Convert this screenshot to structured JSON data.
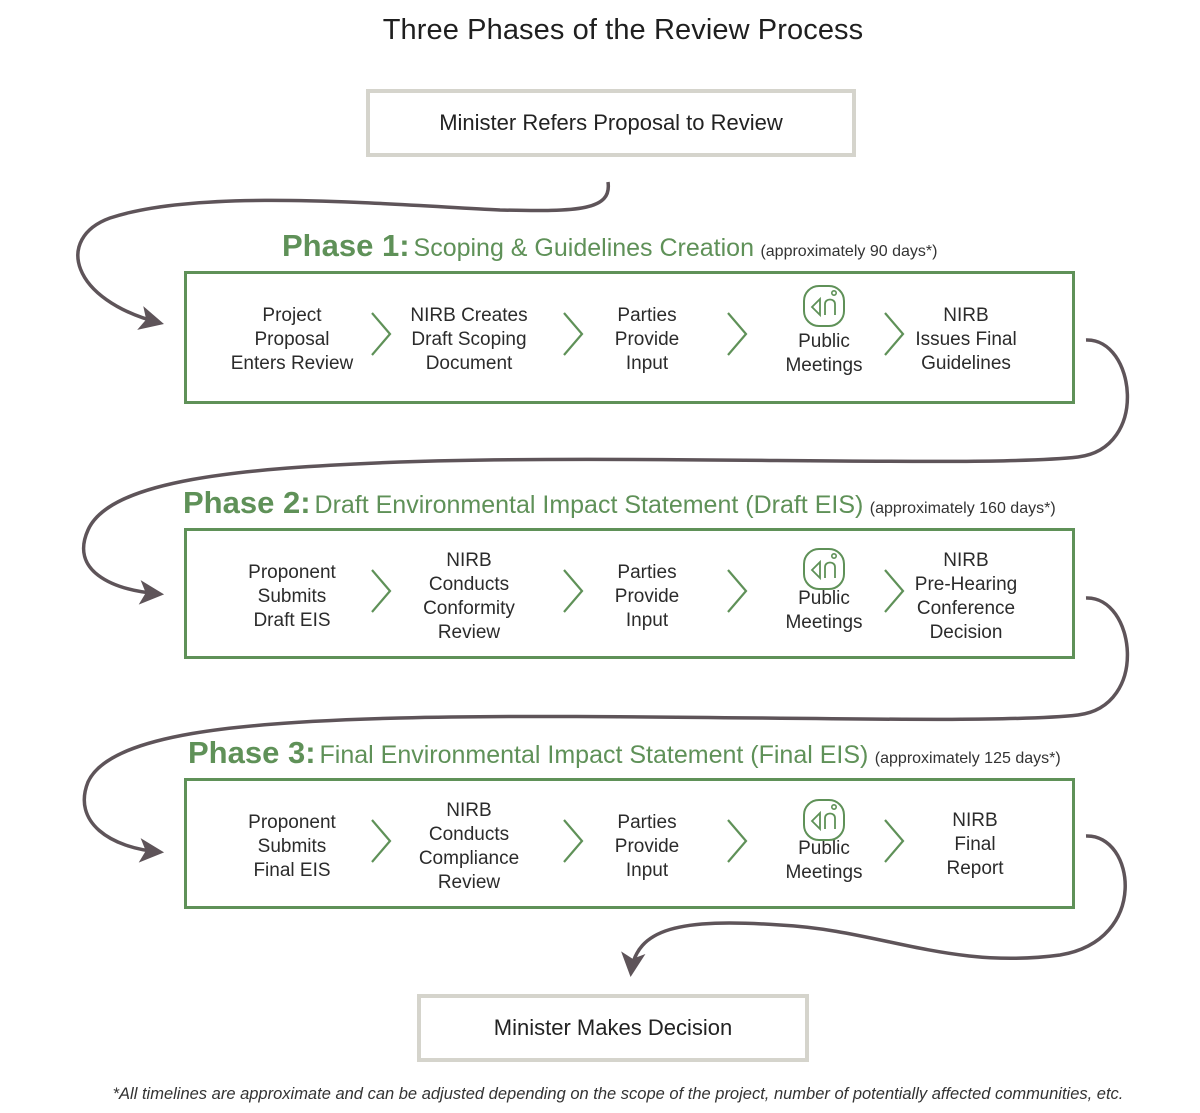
{
  "title": "Three Phases of the Review Process",
  "start_box": "Minister Refers Proposal to Review",
  "end_box": "Minister Makes Decision",
  "colors": {
    "green": "#5f9158",
    "connector": "#5e5459",
    "box_border": "#d5d4cc"
  },
  "phases": [
    {
      "label": "Phase 1:",
      "name": "Scoping & Guidelines Creation",
      "duration": "(approximately 90 days*)",
      "steps": [
        {
          "text": "Project\nProposal\nEnters Review"
        },
        {
          "text": "NIRB Creates\nDraft Scoping\nDocument"
        },
        {
          "text": "Parties\nProvide\nInput"
        },
        {
          "text": "Public\nMeetings",
          "icon": "public-meeting-icon"
        },
        {
          "text": "NIRB\nIssues Final\nGuidelines"
        }
      ]
    },
    {
      "label": "Phase 2:",
      "name": "Draft Environmental Impact Statement (Draft EIS)",
      "duration": "(approximately 160 days*)",
      "steps": [
        {
          "text": "Proponent\nSubmits\nDraft EIS"
        },
        {
          "text": "NIRB\nConducts\nConformity\nReview"
        },
        {
          "text": "Parties\nProvide\nInput"
        },
        {
          "text": "Public\nMeetings",
          "icon": "public-meeting-icon"
        },
        {
          "text": "NIRB\nPre-Hearing\nConference\nDecision"
        }
      ]
    },
    {
      "label": "Phase 3:",
      "name": "Final Environmental Impact Statement (Final EIS)",
      "duration": "(approximately 125 days*)",
      "steps": [
        {
          "text": "Proponent\nSubmits\nFinal EIS"
        },
        {
          "text": "NIRB\nConducts\nCompliance\nReview"
        },
        {
          "text": "Parties\nProvide\nInput"
        },
        {
          "text": "Public\nMeetings",
          "icon": "public-meeting-icon"
        },
        {
          "text": "NIRB\nFinal\nReport"
        }
      ]
    }
  ],
  "footnote": "*All timelines are approximate and can be adjusted depending on the scope of the project, number of potentially affected communities, etc."
}
